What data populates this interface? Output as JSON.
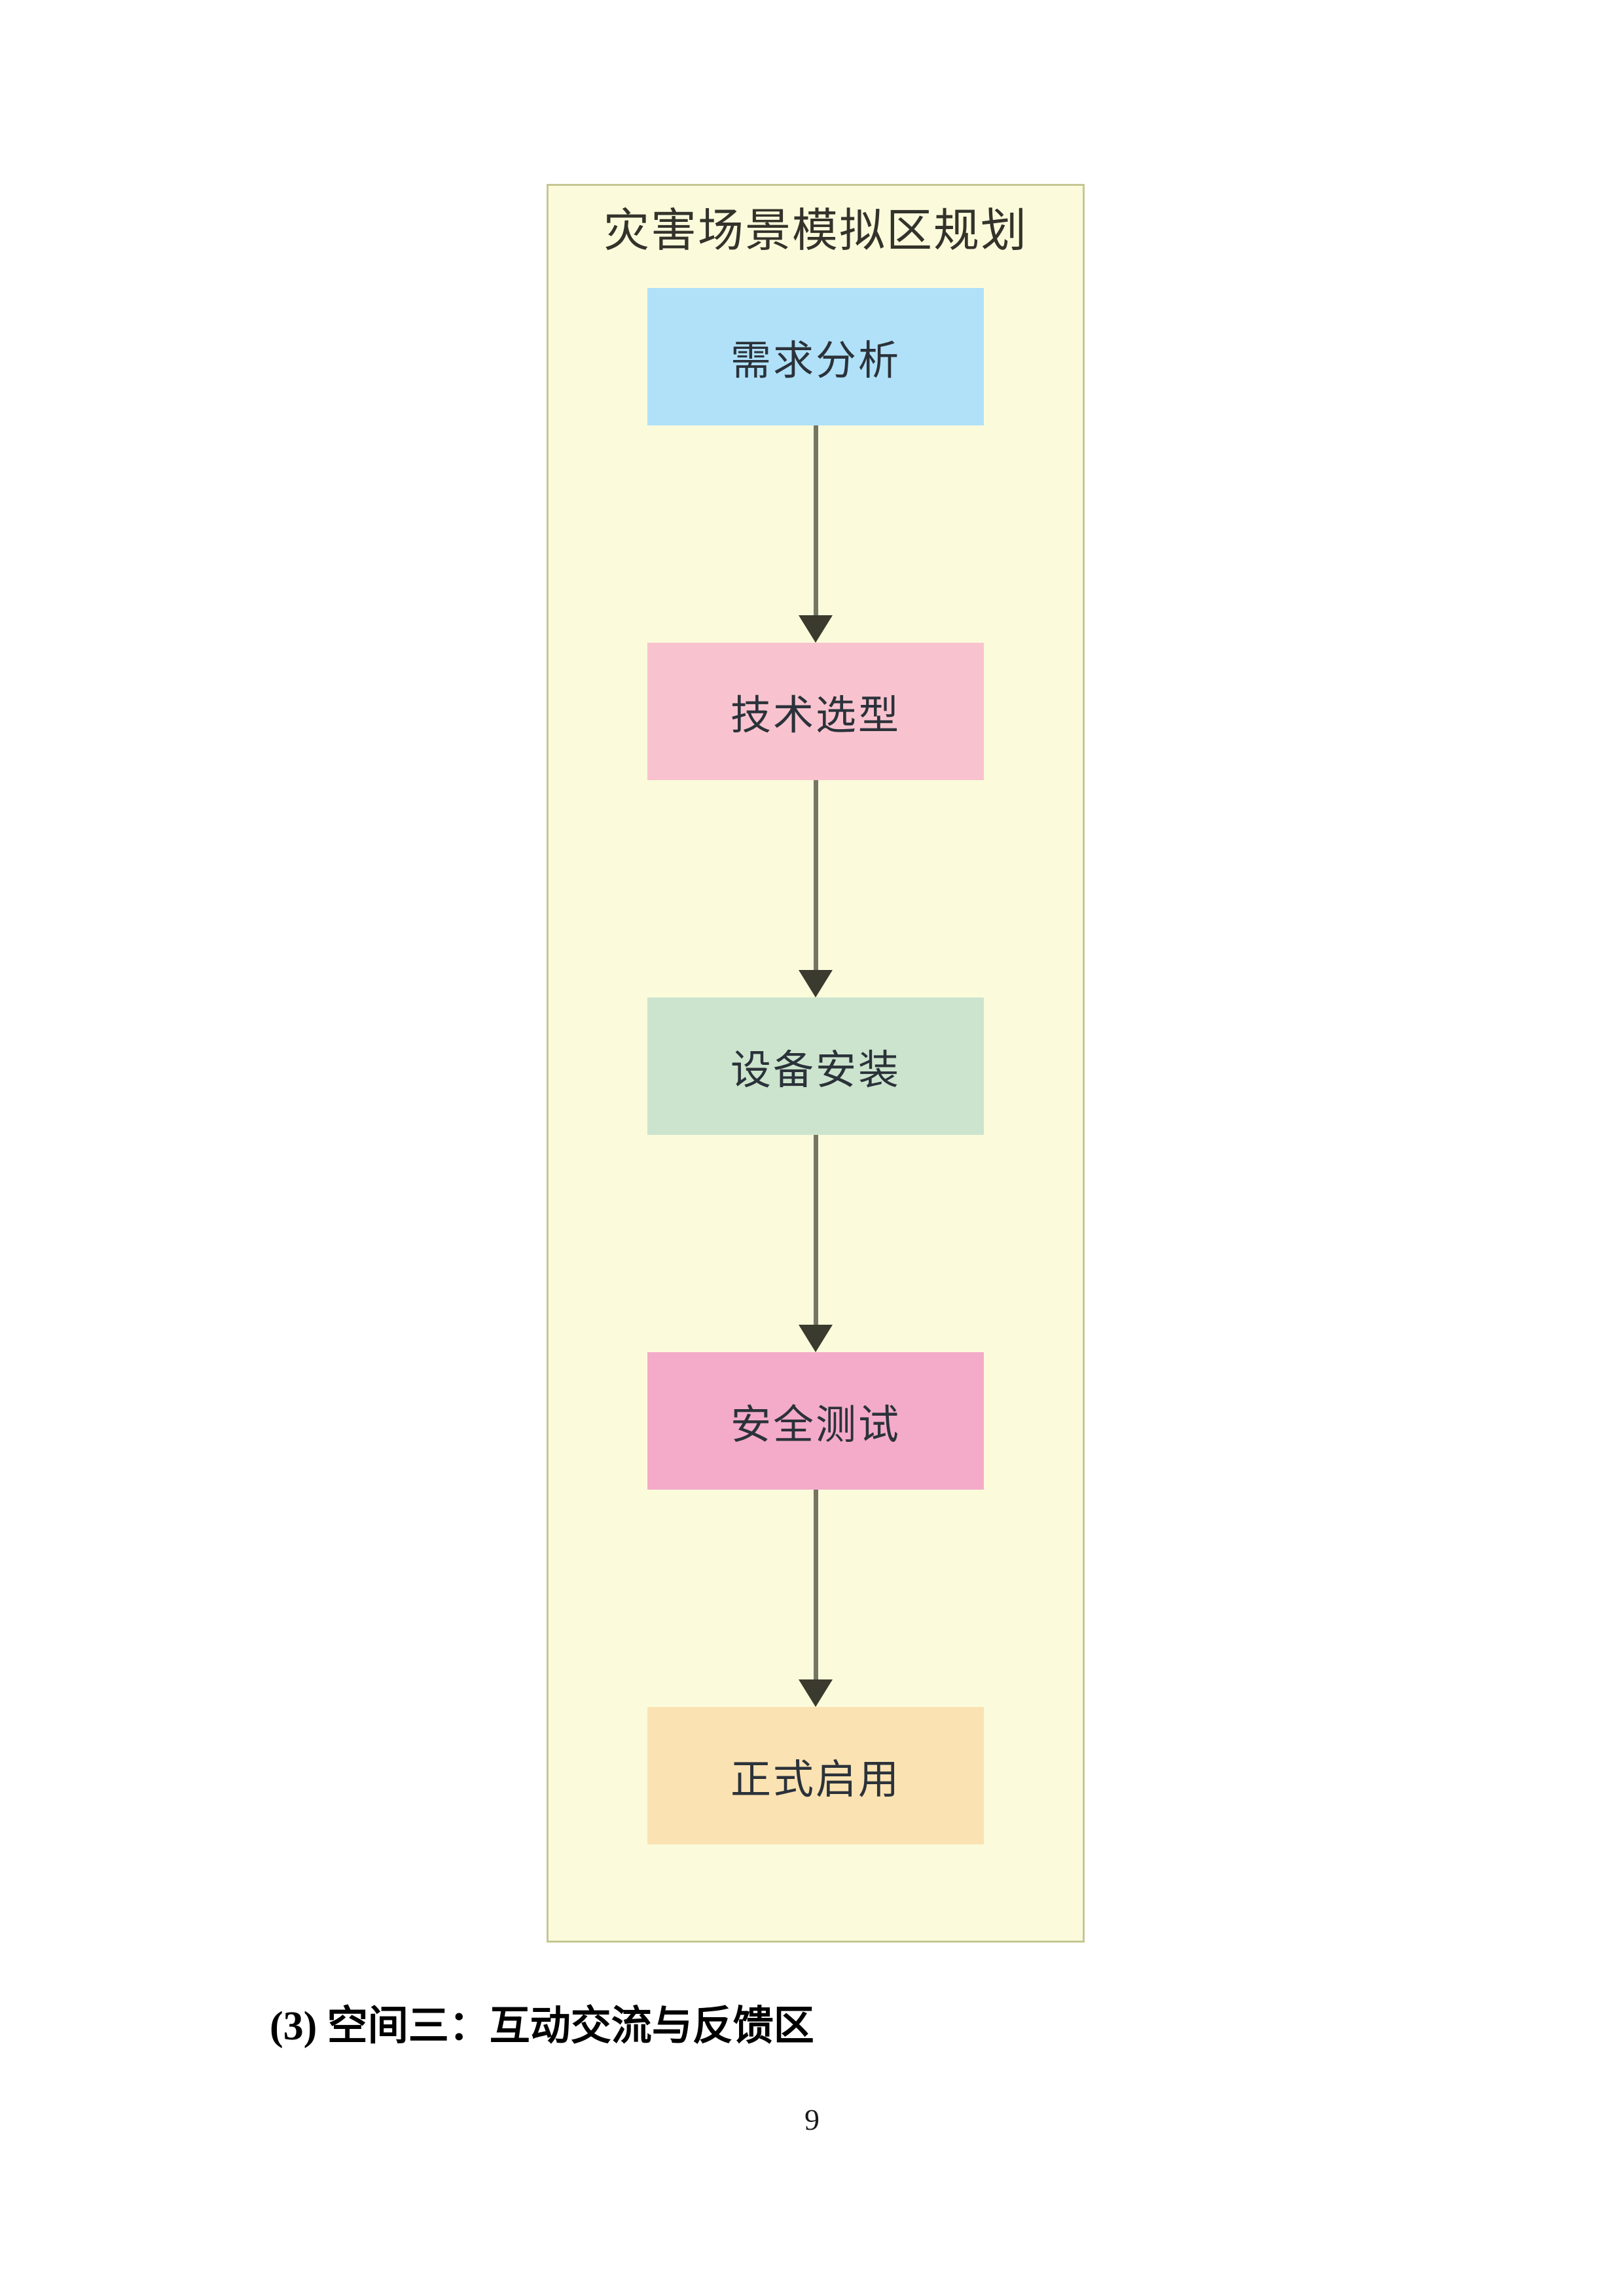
{
  "diagram": {
    "title": "灾害场景模拟区规划",
    "panel_bg": "#fbfbdc",
    "panel_border_color": "#c6c693",
    "arrow_line_color": "#757563",
    "arrow_head_color": "#3a3a2e",
    "steps": [
      {
        "label": "需求分析",
        "color": "#b0e1f8"
      },
      {
        "label": "技术选型",
        "color": "#f8c3cf"
      },
      {
        "label": "设备安装",
        "color": "#cce4cd"
      },
      {
        "label": "安全测试",
        "color": "#f3abc9"
      },
      {
        "label": "正式启用",
        "color": "#fae2b2"
      }
    ]
  },
  "body_text": {
    "section_heading": "(3) 空间三：互动交流与反馈区"
  },
  "footer": {
    "page_number": "9"
  }
}
